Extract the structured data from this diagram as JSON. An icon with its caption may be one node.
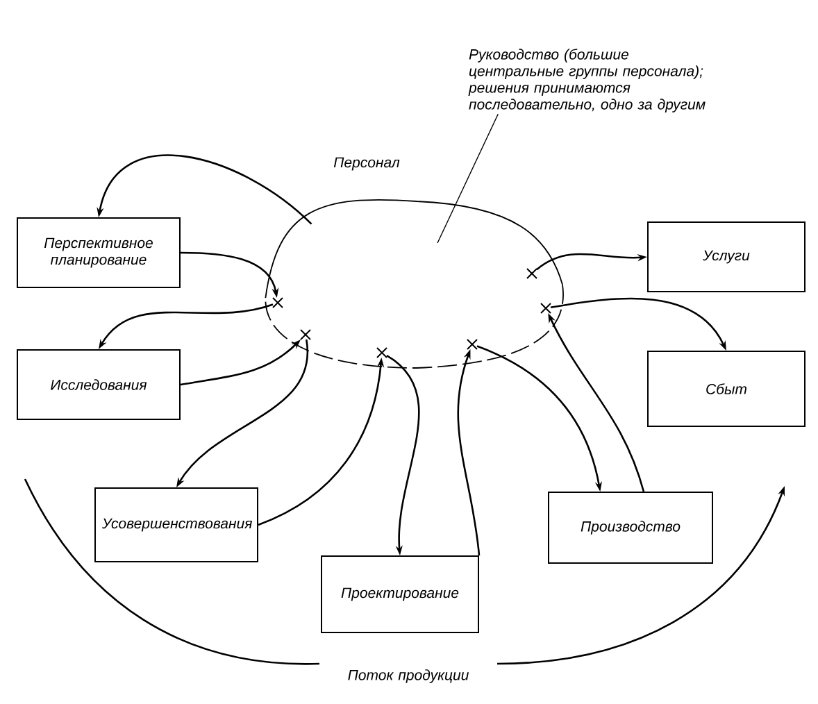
{
  "diagram": {
    "nodes": [
      {
        "text": [],
        "shape": "cloud",
        "beside": [
          "Персонал"
        ]
      },
      {
        "text": [
          "Руководство (большие центральные группы персонала);",
          "решения принимаются последовательно, одно за другим"
        ]
      },
      {
        "text": [
          "Перспективное планирование"
        ]
      },
      {
        "text": [
          "Исследования"
        ]
      },
      {
        "text": [
          "Усовершенствования"
        ]
      },
      {
        "text": [
          "Проектирование"
        ]
      },
      {
        "text": [
          "Производство"
        ]
      },
      {
        "text": [
          "Сбыт"
        ]
      },
      {
        "text": [
          "Услуги"
        ]
      },
      {
        "text": [],
        "shape": "cross",
        "in": 0
      },
      {
        "text": [],
        "shape": "cross",
        "in": 0
      },
      {
        "text": [],
        "shape": "cross",
        "in": 0
      },
      {
        "text": [],
        "shape": "cross",
        "in": 0
      },
      {
        "text": [],
        "shape": "cross",
        "in": 0
      },
      {
        "text": [],
        "shape": "cross",
        "in": 0
      }
    ],
    "edges": [
      {
        "from": 0,
        "to": 2,
        "arrow": "to"
      },
      {
        "from": 2,
        "to": 9,
        "arrow": "to"
      },
      {
        "from": 9,
        "to": 3,
        "arrow": "to"
      },
      {
        "from": 3,
        "to": 10,
        "arrow": "to"
      },
      {
        "from": 10,
        "to": 4,
        "arrow": "to"
      },
      {
        "from": 4,
        "to": 11,
        "arrow": "to"
      },
      {
        "from": 11,
        "to": 5,
        "arrow": "to"
      },
      {
        "from": 5,
        "to": 12,
        "arrow": "to"
      },
      {
        "from": 12,
        "to": 6,
        "arrow": "to"
      },
      {
        "from": 6,
        "to": 14,
        "arrow": "to"
      },
      {
        "from": 13,
        "to": 8,
        "arrow": "to"
      },
      {
        "from": 14,
        "to": 7,
        "arrow": "to"
      },
      {
        "from": 1,
        "to": 0,
        "arrow": "none"
      }
    ],
    "labels": [
      "Поток продукции"
    ]
  }
}
